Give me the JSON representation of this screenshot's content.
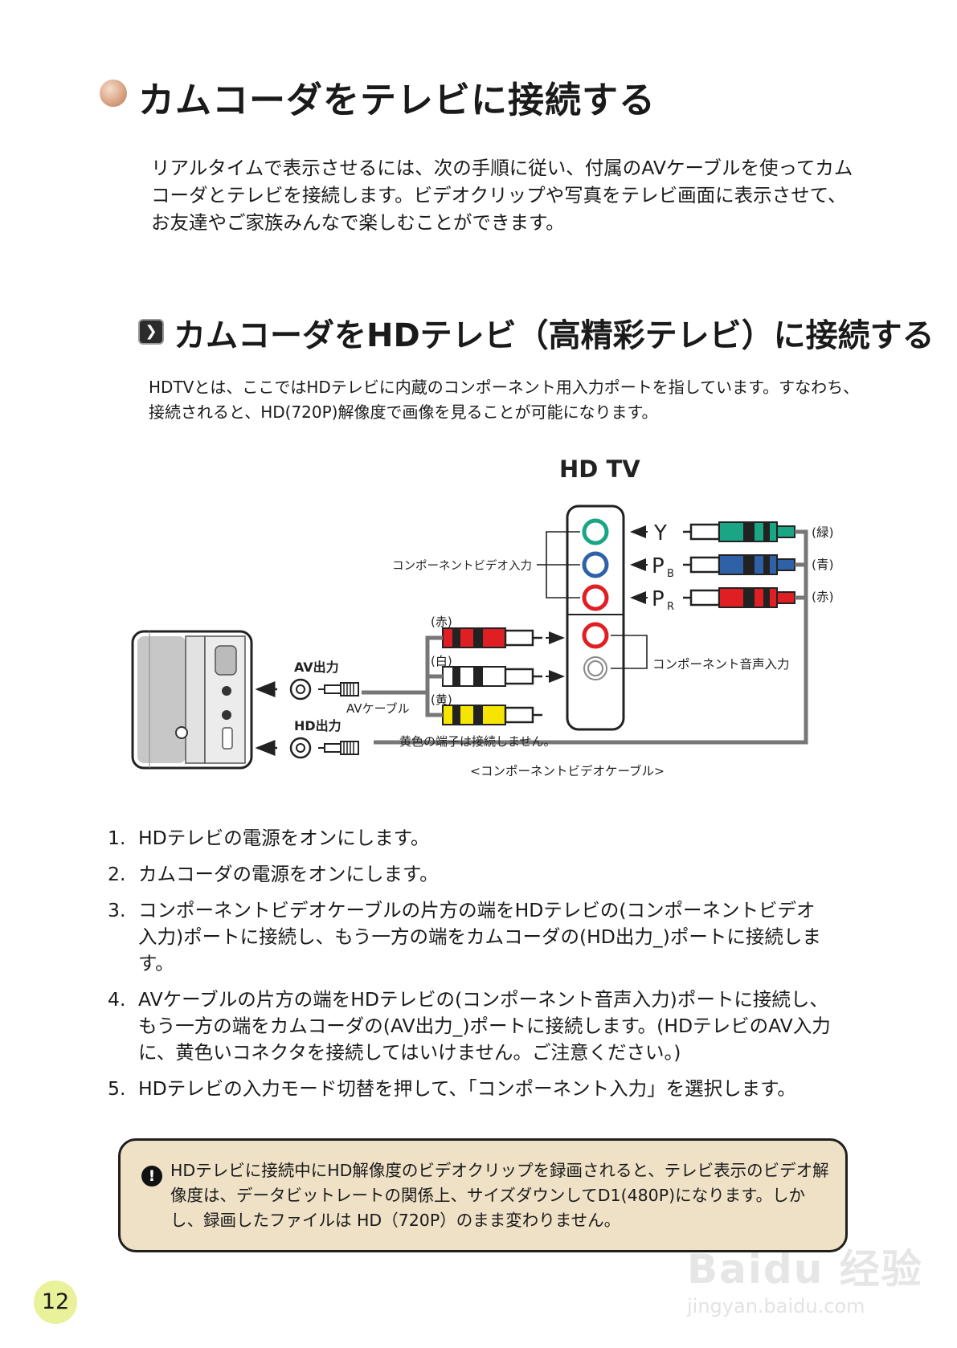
{
  "title": "カムコーダをテレビに接続する",
  "intro": "リアルタイムで表示させるには、次の手順に従い、付属のAVケーブルを使ってカムコーダとテレビを接続します。ビデオクリップや写真をテレビ画面に表示させて、お友達やご家族みんなで楽しむことができます。",
  "section": {
    "title": "カムコーダをHDテレビ（高精彩テレビ）に接続する",
    "description": "HDTVとは、ここではHDテレビに内蔵のコンポーネント用入力ポートを指しています。すなわち、接続されると、HD(720P)解像度で画像を見ることが可能になります。"
  },
  "diagram": {
    "tv_label": "HD TV",
    "component_video_input": "コンポーネントビデオ入力",
    "component_audio_input": "コンポーネント音声入力",
    "ports": [
      {
        "main": "Y",
        "sub": "",
        "color_label": "(緑)"
      },
      {
        "main": "P",
        "sub": "B",
        "color_label": "(青)"
      },
      {
        "main": "P",
        "sub": "R",
        "color_label": "(赤)"
      }
    ],
    "av_out": "AV出力",
    "hd_out": "HD出力",
    "av_cable": "AVケーブル",
    "plug_labels": [
      "(赤)",
      "(白)",
      "(黄)"
    ],
    "yellow_note": "黄色の端子は接続しません。",
    "component_cable": "<コンポーネントビデオケーブル>",
    "colors": {
      "green": "#1aa585",
      "blue": "#2e61a8",
      "red": "#e01f25",
      "yellow": "#f6e500",
      "white": "#ffffff",
      "dark": "#222222"
    }
  },
  "steps": [
    {
      "num": "1.",
      "text": "HDテレビの電源をオンにします。"
    },
    {
      "num": "2.",
      "text": "カムコーダの電源をオンにします。"
    },
    {
      "num": "3.",
      "text": "コンポーネントビデオケーブルの片方の端をHDテレビの(コンポーネントビデオ入力)ポートに接続し、もう一方の端をカムコーダの(HD出力_)ポートに接続します。"
    },
    {
      "num": "4.",
      "text": "AVケーブルの片方の端をHDテレビの(コンポーネント音声入力)ポートに接続し、もう一方の端をカムコーダの(AV出力_)ポートに接続します。(HDテレビのAV入力に、黄色いコネクタを接続してはいけません。ご注意ください。)"
    },
    {
      "num": "5.",
      "text": "HDテレビの入力モード切替を押して、「コンポーネント入力」を選択します。"
    }
  ],
  "note": {
    "icon": "exclamation-icon",
    "text": "HDテレビに接続中にHD解像度のビデオクリップを録画されると、テレビ表示のビデオ解像度は、データビットレートの関係上、サイズダウンしてD1(480P)になります。しかし、録画したファイルは HD（720P）のまま変わりません。"
  },
  "page_number": "12",
  "watermark": {
    "logo": "Baidu 经验",
    "url": "jingyan.baidu.com"
  }
}
